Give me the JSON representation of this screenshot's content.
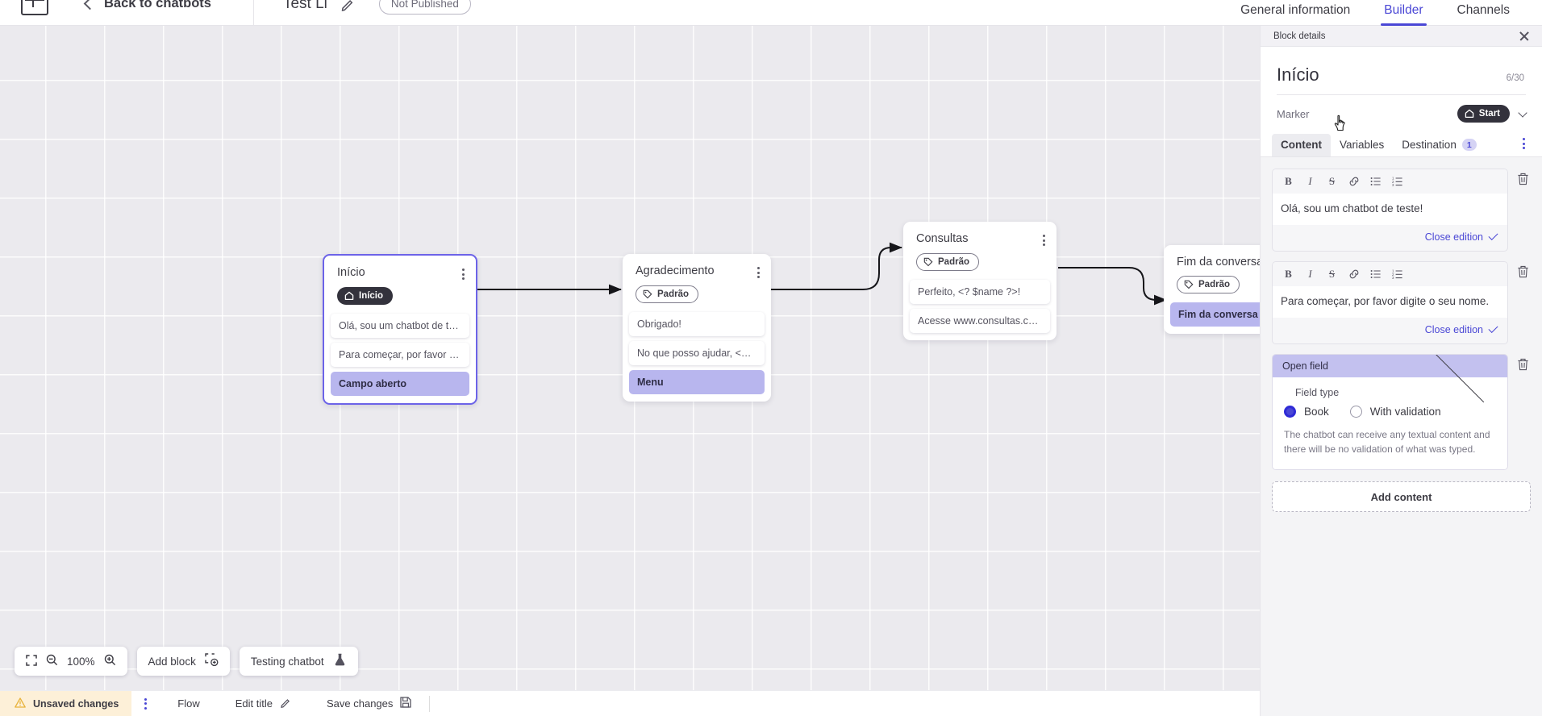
{
  "topbar": {
    "logo_name": "via-logo",
    "back_label": "Back to chatbots",
    "bot_title": "Test Li",
    "publish_status": "Not Published",
    "tabs": [
      {
        "label": "General information",
        "active": false
      },
      {
        "label": "Builder",
        "active": true
      },
      {
        "label": "Channels",
        "active": false
      }
    ]
  },
  "canvas": {
    "zoom_level": "100%",
    "add_block_label": "Add block",
    "testing_chatbot_label": "Testing chatbot",
    "nodes": [
      {
        "title": "Início",
        "tag": "Início",
        "tag_type": "start",
        "selected": true,
        "items": [
          {
            "text": "Olá, sou um chatbot de teste!",
            "highlight": false
          },
          {
            "text": "Para começar, por favor digite o ...",
            "highlight": false
          },
          {
            "text": "Campo aberto",
            "highlight": true
          }
        ]
      },
      {
        "title": "Agradecimento",
        "tag": "Padrão",
        "tag_type": "default",
        "selected": false,
        "items": [
          {
            "text": "Obrigado!",
            "highlight": false
          },
          {
            "text": "No que posso ajudar, <? $name ...",
            "highlight": false
          },
          {
            "text": "Menu",
            "highlight": true
          }
        ]
      },
      {
        "title": "Consultas",
        "tag": "Padrão",
        "tag_type": "default",
        "selected": false,
        "items": [
          {
            "text": "Perfeito, <? $name ?>!",
            "highlight": false
          },
          {
            "text": "Acesse www.consultas.com par...",
            "highlight": false
          }
        ]
      },
      {
        "title": "Fim da conversa",
        "tag": "Padrão",
        "tag_type": "default",
        "selected": false,
        "items": [
          {
            "text": "Fim da conversa",
            "highlight": true
          }
        ]
      }
    ]
  },
  "statusbar": {
    "unsaved_label": "Unsaved changes",
    "flow_label": "Flow",
    "edit_title_label": "Edit title",
    "save_changes_label": "Save changes"
  },
  "panel": {
    "header_title": "Block details",
    "block_name": "Início",
    "char_count": "6/30",
    "marker_label": "Marker",
    "marker_value": "Start",
    "tabs": [
      {
        "label": "Content",
        "active": true,
        "badge": ""
      },
      {
        "label": "Variables",
        "active": false,
        "badge": ""
      },
      {
        "label": "Destination",
        "active": false,
        "badge": "1"
      }
    ],
    "editors": [
      {
        "text": "Olá, sou um chatbot de teste!",
        "close_label": "Close edition"
      },
      {
        "text": "Para começar, por favor digite o seu nome.",
        "close_label": "Close edition"
      }
    ],
    "toolbar_icons": [
      "bold-icon",
      "italic-icon",
      "strikethrough-icon",
      "link-icon",
      "bullet-list-icon",
      "numbered-list-icon"
    ],
    "open_field": {
      "title": "Open field",
      "field_type_label": "Field type",
      "options": [
        {
          "label": "Book",
          "selected": true
        },
        {
          "label": "With validation",
          "selected": false
        }
      ],
      "description": "The chatbot can receive any textual content and there will be no validation of what was typed."
    },
    "add_content_label": "Add content"
  },
  "colors": {
    "accent": "#4a47d5",
    "highlight": "#b8b6ee",
    "canvas_bg": "#ebeaee",
    "warning_bg": "#fdf0d8",
    "dark_pill": "#33323c"
  }
}
